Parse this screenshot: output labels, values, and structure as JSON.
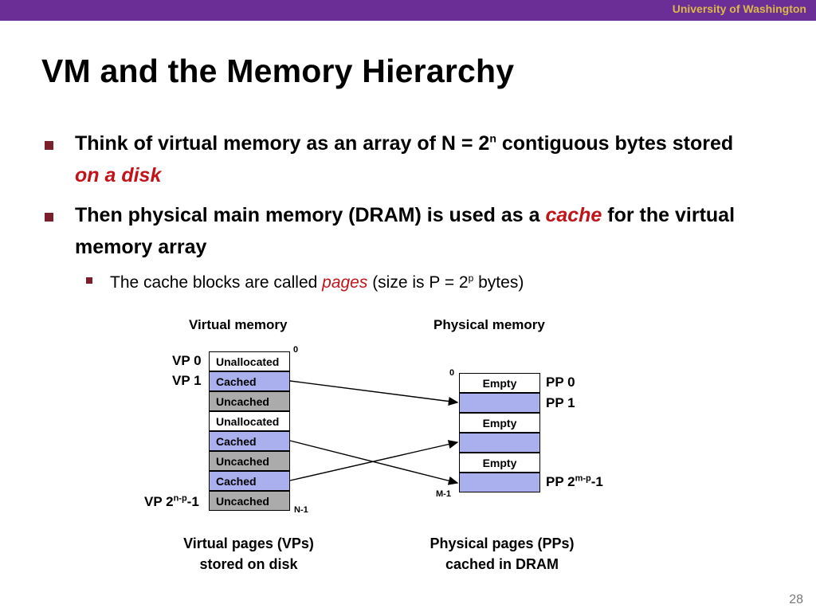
{
  "header": {
    "org": "University of Washington"
  },
  "title": "VM and the Memory Hierarchy",
  "bullets": {
    "b1": {
      "pre": "Think of virtual memory as an array of N = 2",
      "sup": "n",
      "mid": " contiguous bytes stored ",
      "emph": "on a disk"
    },
    "b2": {
      "pre": "Then physical main memory (DRAM) is used as a ",
      "emph": "cache",
      "post": " for the virtual memory array"
    },
    "sub": {
      "pre": "The cache blocks are called ",
      "emph": "pages",
      "mid": " (size is P = 2",
      "sup": "p",
      "post": " bytes)"
    }
  },
  "diagram": {
    "virtual_title": "Virtual memory",
    "physical_title": "Physical memory",
    "virtual_pages": [
      "Unallocated",
      "Cached",
      "Uncached",
      "Unallocated",
      "Cached",
      "Uncached",
      "Cached",
      "Uncached"
    ],
    "physical_pages": [
      "Empty",
      "",
      "Empty",
      "",
      "Empty",
      ""
    ],
    "vp0_label": "VP 0",
    "vp1_label": "VP 1",
    "vplast_pre": "VP 2",
    "vplast_sup": "n-p",
    "vplast_post": "-1",
    "pp0_label": "PP 0",
    "pp1_label": "PP 1",
    "pplast_pre": "PP 2",
    "pplast_sup": "m-p",
    "pplast_post": "-1",
    "v_top_index": "0",
    "v_bottom_index": "N-1",
    "p_top_index": "0",
    "p_bottom_index": "M-1",
    "virtual_caption": [
      "Virtual pages (VPs)",
      "stored on disk"
    ],
    "physical_caption": [
      "Physical pages (PPs)",
      "cached in DRAM"
    ]
  },
  "page_number": "28",
  "colors": {
    "header_bar": "#6b2d96",
    "header_text": "#d9b94a",
    "emphasis": "#c0141a",
    "cached": "#aab0ee",
    "uncached": "#ababab",
    "bullet": "#7a1f2b"
  }
}
